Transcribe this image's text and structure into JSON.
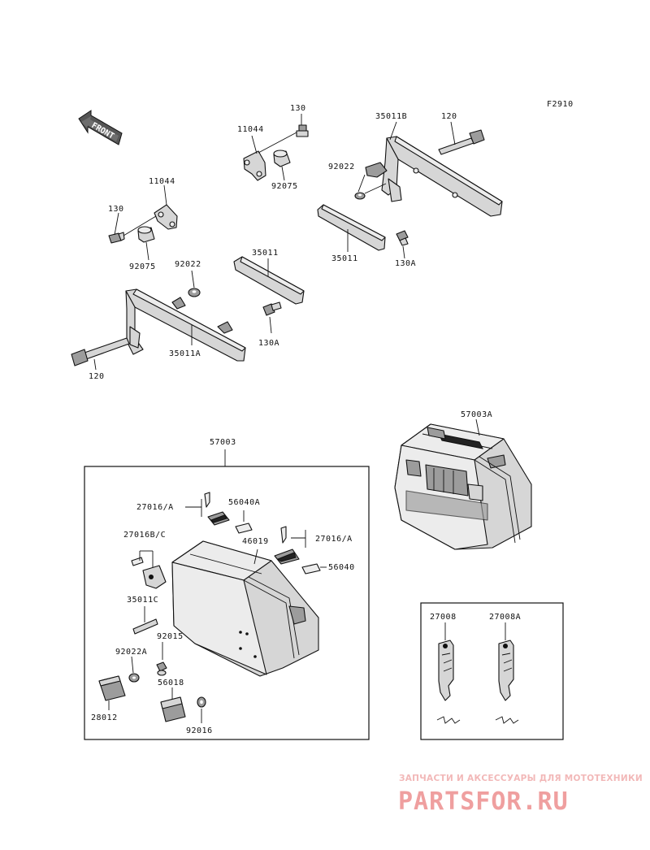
{
  "figure_code": "F2910",
  "front_arrow_label": "FRONT",
  "labels": {
    "p11044_top": "11044",
    "p130_top": "130",
    "p92075_top": "92075",
    "p35011B": "35011B",
    "p120_top": "120",
    "p92022_top": "92022",
    "p35011_top": "35011",
    "p130A_top": "130A",
    "p11044_left": "11044",
    "p130_left": "130",
    "p92075_left": "92075",
    "p92022_mid": "92022",
    "p35011_mid": "35011",
    "p130A_mid": "130A",
    "p35011A": "35011A",
    "p120_bottom": "120",
    "p57003": "57003",
    "p57003A": "57003A",
    "p27016A_left": "27016/A",
    "p56040A": "56040A",
    "p27016BC": "27016B/C",
    "p27016A_right": "27016/A",
    "p46019": "46019",
    "p56040": "56040",
    "p35011C": "35011C",
    "p92015": "92015",
    "p92022A": "92022A",
    "p56018": "56018",
    "p28012": "28012",
    "p92016": "92016",
    "p27008": "27008",
    "p27008A": "27008A"
  },
  "watermark": {
    "tagline": "ЗАПЧАСТИ И АКСЕССУАРЫ ДЛЯ МОТОТЕХНИКИ",
    "brand": "PARTSFOR.RU"
  }
}
